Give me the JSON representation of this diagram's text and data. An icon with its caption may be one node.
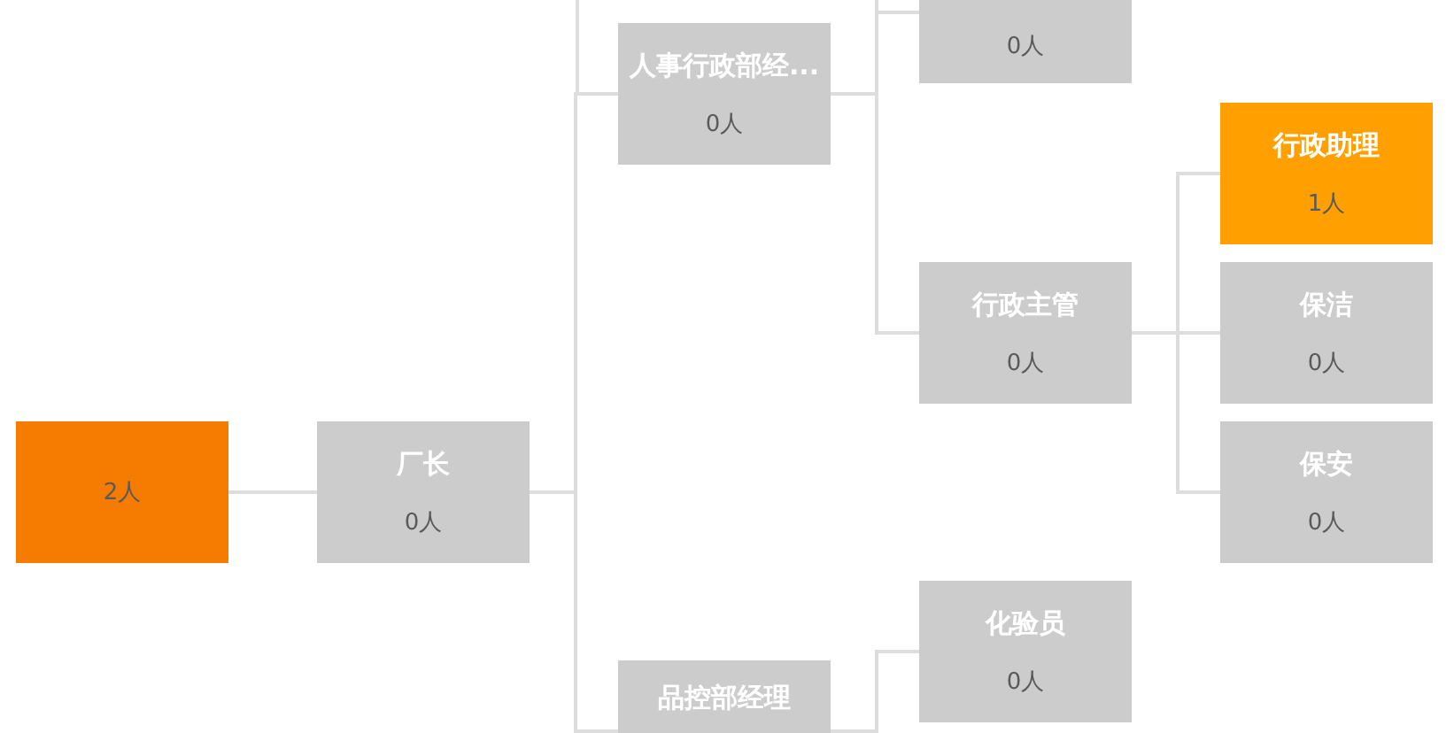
{
  "diagram": {
    "nodes": [
      {
        "text": [
          "2人"
        ]
      },
      {
        "text": [
          "厂长",
          "0人"
        ]
      },
      {
        "text": [
          "人事行政部经...",
          "0人"
        ]
      },
      {
        "text": [
          "品控部经理"
        ]
      },
      {
        "text": [
          "0人"
        ]
      },
      {
        "text": [
          "行政主管",
          "0人"
        ]
      },
      {
        "text": [
          "化验员",
          "0人"
        ]
      },
      {
        "text": [
          "行政助理",
          "1人"
        ]
      },
      {
        "text": [
          "保洁",
          "0人"
        ]
      },
      {
        "text": [
          "保安",
          "0人"
        ]
      }
    ],
    "edges": [
      {
        "from": 0,
        "to": 1,
        "arrow": "none"
      },
      {
        "from": 1,
        "to": 2,
        "arrow": "none"
      },
      {
        "from": 1,
        "to": 3,
        "arrow": "none"
      },
      {
        "from": 2,
        "to": 4,
        "arrow": "none"
      },
      {
        "from": 2,
        "to": 5,
        "arrow": "none"
      },
      {
        "from": 3,
        "to": 6,
        "arrow": "none"
      },
      {
        "from": 5,
        "to": 7,
        "arrow": "none"
      },
      {
        "from": 5,
        "to": 8,
        "arrow": "none"
      },
      {
        "from": 5,
        "to": 9,
        "arrow": "none"
      }
    ]
  }
}
